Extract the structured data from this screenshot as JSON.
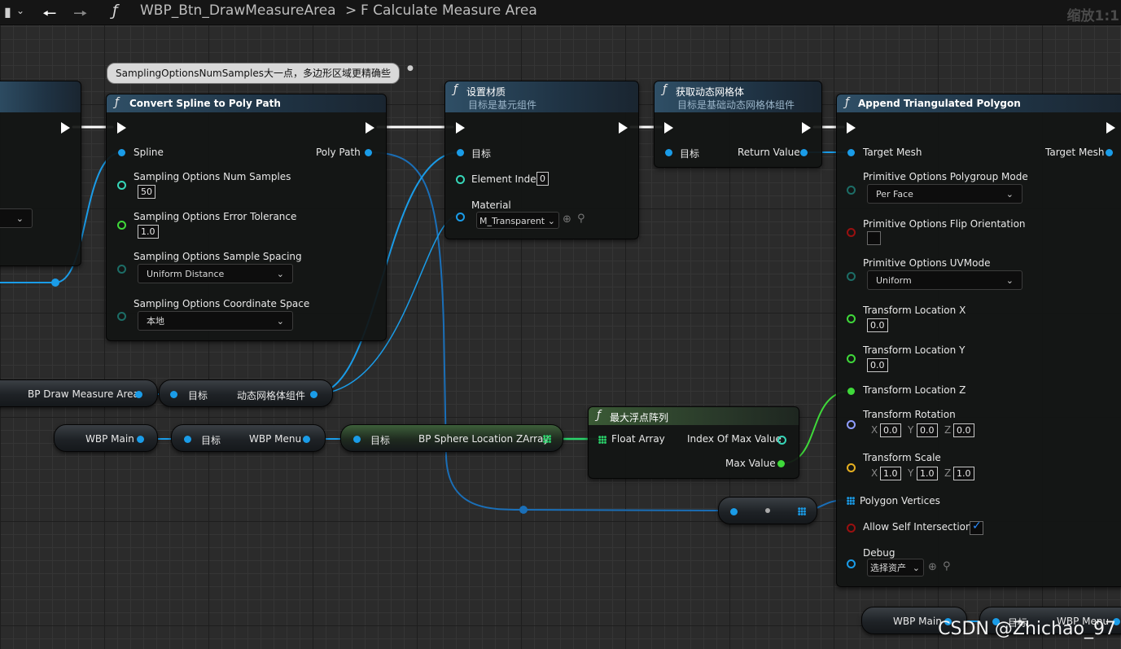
{
  "toolbar": {
    "breadcrumb_blueprint": "WBP_Btn_DrawMeasureArea",
    "breadcrumb_separator": ">",
    "breadcrumb_function": "F Calculate Measure Area",
    "zoom": "缩放1:1"
  },
  "comment": "SamplingOptionsNumSamples大一点，多边形区域更精确些",
  "nodes": {
    "convert_spline": {
      "title": "Convert Spline to Poly Path",
      "input_spline": "Spline",
      "output_poly_path": "Poly Path",
      "num_samples_label": "Sampling Options Num Samples",
      "num_samples_value": "50",
      "error_tolerance_label": "Sampling Options Error Tolerance",
      "error_tolerance_value": "1.0",
      "sample_spacing_label": "Sampling Options Sample Spacing",
      "sample_spacing_value": "Uniform Distance",
      "coordinate_space_label": "Sampling Options Coordinate Space",
      "coordinate_space_value": "本地"
    },
    "set_material": {
      "title": "设置材质",
      "subtitle": "目标是基元组件",
      "target": "目标",
      "element_index_label": "Element Index",
      "element_index_value": "0",
      "material_label": "Material",
      "material_value": "M_Transparent"
    },
    "get_dynamic_mesh": {
      "title": "获取动态网格体",
      "subtitle": "目标是基础动态网格体组件",
      "target": "目标",
      "return_value": "Return Value"
    },
    "append_polygon": {
      "title": "Append Triangulated Polygon",
      "target_mesh_in": "Target Mesh",
      "target_mesh_out": "Target Mesh",
      "polygroup_mode_label": "Primitive Options Polygroup Mode",
      "polygroup_mode_value": "Per Face",
      "flip_orientation_label": "Primitive Options Flip Orientation",
      "uvmode_label": "Primitive Options UVMode",
      "uvmode_value": "Uniform",
      "loc_x_label": "Transform Location X",
      "loc_x_value": "0.0",
      "loc_y_label": "Transform Location Y",
      "loc_y_value": "0.0",
      "loc_z_label": "Transform Location Z",
      "rotation_label": "Transform Rotation",
      "rotation": {
        "x_label": "X",
        "x": "0.0",
        "y_label": "Y",
        "y": "0.0",
        "z_label": "Z",
        "z": "0.0"
      },
      "scale_label": "Transform Scale",
      "scale": {
        "x_label": "X",
        "x": "1.0",
        "y_label": "Y",
        "y": "1.0",
        "z_label": "Z",
        "z": "1.0"
      },
      "polygon_vertices_label": "Polygon Vertices",
      "allow_self_intersections_label": "Allow Self Intersections",
      "allow_self_intersections_checked": true,
      "debug_label": "Debug",
      "debug_value": "选择资产"
    },
    "max_float_array": {
      "title": "最大浮点阵列",
      "input_float_array": "Float Array",
      "output_index": "Index Of Max Value",
      "output_max": "Max Value"
    }
  },
  "pills": {
    "bp_draw_measure_area": "BP Draw Measure Area",
    "target_1": "目标",
    "dynamic_mesh_component": "动态网格体组件",
    "wbp_main_1": "WBP Main",
    "target_2": "目标",
    "wbp_menu_1": "WBP Menu",
    "target_3": "目标",
    "bp_sphere_location": "BP Sphere Location ZArray",
    "wbp_main_2": "WBP Main",
    "target_4": "目标",
    "wbp_menu_2": "WBP Menu"
  },
  "watermark": "CSDN @Zhichao_97",
  "colors": {
    "object_pin": "#1a9ce8",
    "float_pin": "#3fd93a",
    "exec_wire": "#ffffff",
    "function_header": "#2f4f66",
    "pure_header": "#3a5a35"
  }
}
